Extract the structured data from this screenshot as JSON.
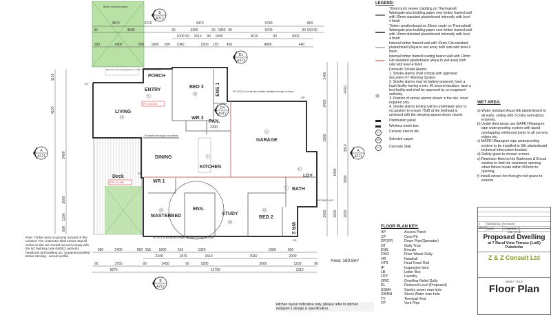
{
  "plan": {
    "outlook_space": "8x8m outlook space",
    "porch_note": "Exposed: cleaned aggregate concrete. Paving to porch area.",
    "rooms": {
      "porch": "PORCH",
      "entry": "ENTRY",
      "living": "LIVING",
      "bed3": "BED 3",
      "ens1": "ENS 1",
      "wr3": "WR 3",
      "pan": "PAN.",
      "garage": "GARAGE",
      "dining": "DINING",
      "kitchen": "KITCHEN",
      "deck": "Deck",
      "wr1": "WR 1",
      "masterbed": "MASTERBED",
      "ens": "ENS.",
      "study": "STUDY",
      "bed2": "BED 2",
      "wr2": "WR 2",
      "bath": "BATH",
      "ldy": "LDY"
    },
    "ffl_entry": "FFL 95.000",
    "ffl_deck": "FFL 94.850",
    "pan_dim": "2200",
    "extractor_note": "Extractor through roof eave",
    "dfl_note_1": "DFL/P120 to line fan kits installed ventilation through roof eave",
    "dfl_note_2": "DFL/P120 to line fan kits installed ventilation through roof eave",
    "dp_labels": [
      "DP",
      "DP",
      "DP",
      "DP",
      "DP RWD-UP"
    ],
    "floor_codes": [
      "CPt",
      "CPt",
      "CPt",
      "CPt",
      "CPt",
      "TL",
      "TL",
      "TL",
      "TL",
      "Cnc"
    ],
    "sections": [
      {
        "id": "B",
        "sheet": "A212"
      },
      {
        "id": "D1",
        "sheet": "A313"
      },
      {
        "id": "A",
        "sheet": "A211"
      },
      {
        "id": "A",
        "sheet": "A211"
      },
      {
        "id": "D4",
        "sheet": "A312"
      },
      {
        "id": "B",
        "sheet": "A212"
      }
    ],
    "dims_top": {
      "r1": [
        "3870",
        "2210",
        "4470",
        "5780",
        "800"
      ],
      "r2": [
        "90",
        "3600",
        "90",
        "3200",
        "90",
        "1850",
        "90",
        "5700",
        "90",
        "510",
        "90"
      ],
      "r3": [
        "1000",
        "90",
        "1510",
        "90",
        "1000",
        "3610",
        "90",
        "3900"
      ],
      "r4": [
        "900",
        "2400",
        "800",
        "1800",
        "200",
        "1340",
        "1800",
        "155",
        "450",
        "4800",
        "440"
      ]
    },
    "dims_bottom": {
      "r1": [
        "980",
        "2400",
        "800",
        "915",
        "1800",
        "915",
        "1320",
        "1900",
        "600"
      ],
      "r2": [
        "2340",
        "1870",
        "1510",
        "3910",
        "2000"
      ],
      "r3": [
        "90",
        "3760",
        "90",
        "3450",
        "90",
        "1800",
        "3000",
        "1200",
        "90"
      ],
      "r4": [
        "5870",
        "11790",
        "1310"
      ]
    },
    "dims_left": [
      "1100",
      "4160",
      "2400",
      "3000",
      "1200",
      "800"
    ],
    "dims_right": [
      "1400",
      "2400",
      "4470",
      "1800",
      "3910",
      "1800",
      "3900",
      "2000",
      "2000",
      "2000"
    ],
    "area": "Area: 160.8m²",
    "left_note": "Note: Timber deck on ground not part of this consent. The contractor shall ensure that all works on site are carried out and comply with the NZ building code (NZBC) authority handbook and building act. Unpainted profiled timber decking - access profile.",
    "kitchen_note": "kitchen layout indicative only, please refer to kitchen designer's design & specification."
  },
  "legend": {
    "title": "LEGEND:",
    "walls": [
      {
        "color": "#888888",
        "text": "70mm brick veneer cladding on Thermakraft Watergate-plus building paper over timber framed wall with 10mm standard plasterboard internally with level 4 finish"
      },
      {
        "color": "#555555",
        "text": "Timber weatherboard on 20mm cavity on Thermakraft Watergate-plus building paper over timber framed wall with 10mm standard plasterboard internally with level 4 finish"
      },
      {
        "color": "#bbbbbb",
        "text": "Internal timber framed wall with 10mm Gib standard plasterboard (Aqua to wet area) both side with level 4 finish"
      },
      {
        "color": "#d9a0a0",
        "text": "Internal timber framed loading bearer wall with 10mm Gib standard plasterboard (Aqua to wet area) both side with level 4 finish"
      }
    ],
    "smoke_title": "Domestic Smoke Alarms",
    "smoke_items": [
      "1. Smoke alarms shall comply with approved document F7 Warning System.",
      "2. Smoke alarms may be battery powered, have a hush facility having a min. 60 second duration, have a test facility and shall be approved by a recognized authority.",
      "3. Position of smoke alarms shown is the min. cover required only.",
      "4. Smoke alarms testing will be undertaken prior to occupation to ensure 75dB at the bedhead is achieved with the sleeping spaces doors closed."
    ],
    "symbols": [
      {
        "icon": "distribution-panel-icon",
        "text": "Distribution panel"
      },
      {
        "icon": "wireless-meter-box-icon",
        "text": "Wireless meter box"
      },
      {
        "icon": "ceramic-tile-icon",
        "code": "TL",
        "text": "Ceramic interior tile"
      },
      {
        "icon": "carpet-icon",
        "code": "CPt",
        "text": "Selected carpet"
      },
      {
        "icon": "concrete-slab-icon",
        "code": "Cnc",
        "text": "Concrete Slab"
      }
    ]
  },
  "floor_plan_key": {
    "title": "FLOOR PLAN KEY:",
    "items": [
      [
        "AP",
        "Access Panel"
      ],
      [
        "CP",
        "Cess Pit"
      ],
      [
        "DP(SP)",
        "Down Pipe(Spreader)"
      ],
      [
        "GT",
        "Gully Trap"
      ],
      [
        "ENS",
        "Ensuite"
      ],
      [
        "FWG",
        "Floor Waste Gully"
      ],
      [
        "HR",
        "Handrail"
      ],
      [
        "HTR",
        "Heat Towel Rail"
      ],
      [
        "IP",
        "Inspection Vent"
      ],
      [
        "LB",
        "Letter Box"
      ],
      [
        "LDY",
        "Laundry"
      ],
      [
        "ORG",
        "Overflow Relief Gully"
      ],
      [
        "RL",
        "Reduced Level (Proposed)"
      ],
      [
        "SSMH",
        "Sanitry sewer man hole"
      ],
      [
        "SWMH",
        "Storm Water man hole"
      ],
      [
        "TV",
        "Terminal Vent"
      ],
      [
        "VP",
        "Vent Pipe"
      ]
    ]
  },
  "wet_area": {
    "title": "WET AREA:",
    "items": [
      "a) Water resistant Aqua Gib plasterboard to all walls, ceiling with 3 coats semi gloss enamels.",
      "b) Under tiled areas use MAPEI Mapegum wpe waterproofing system with taped overlapping reinforced joints to all corners, edges etc.",
      "c) MAPEI Mapegum wpe waterproofing system to be installed to Gib plasterboard technical information booklet.",
      "d) Safety glass to shower screen.",
      "e) Restrictor fitted to the Bathroom & Ensuit window to limit the maximum opening when fixture locate within 500mm to opening.",
      "f) Install extract fan through roof space to exterior."
    ]
  },
  "title_block": {
    "revisions": [
      [
        "1",
        "06/04/2021",
        "for Bcon"
      ],
      [
        "REVISION",
        "DATE",
        "COMMENTS"
      ]
    ],
    "job_title_label": "JOB TITLE",
    "project": "Proposed Dwelling",
    "address": "at 7 Rural View Terrace (Lot5)",
    "suburb": "Pukekohe",
    "company": "Z & Z Consult Ltd",
    "sheet_title_label": "SHEET TITLE",
    "sheet_title": "Floor Plan"
  },
  "colors": {
    "outlook_green": "#b9e0a5",
    "ffl_red": "#d04040",
    "company": "#8a9a2a"
  }
}
